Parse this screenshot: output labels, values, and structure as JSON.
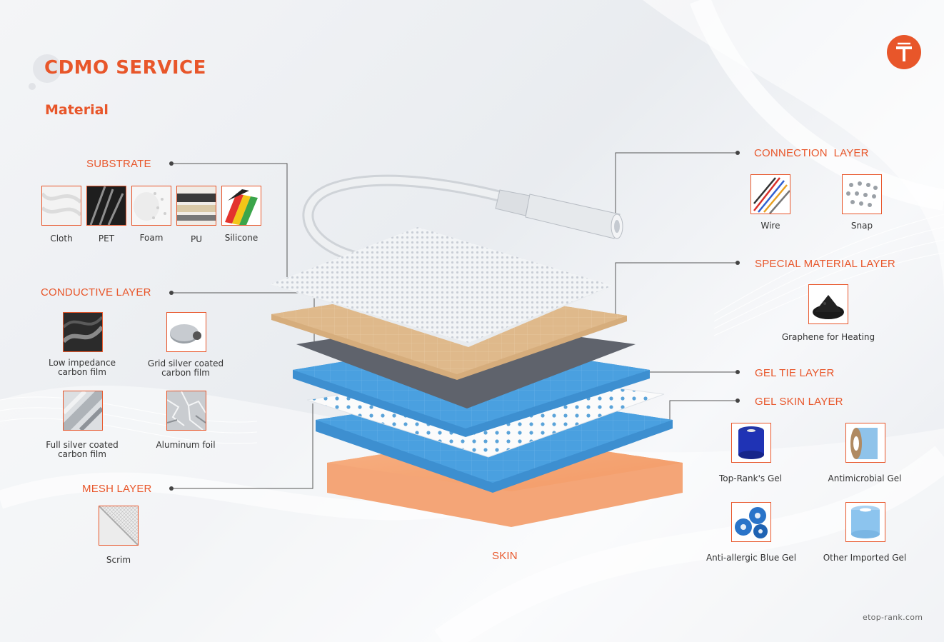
{
  "header": {
    "title": "CDMO SERVICE",
    "subtitle": "Material"
  },
  "logo": {
    "icon": "t-logo-icon",
    "color": "#e8562a"
  },
  "accent_color": "#e8562a",
  "sections": {
    "substrate": {
      "label": "SUBSTRATE",
      "items": [
        "Cloth",
        "PET",
        "Foam",
        "PU",
        "Silicone"
      ]
    },
    "conductive": {
      "label": "CONDUCTIVE LAYER",
      "items": [
        "Low impedance\ncarbon film",
        "Grid silver coated\ncarbon film",
        "Full silver coated\ncarbon film",
        "Aluminum foil"
      ]
    },
    "mesh": {
      "label": "MESH LAYER",
      "items": [
        "Scrim"
      ]
    },
    "connection": {
      "label": "CONNECTION  LAYER",
      "items": [
        "Wire",
        "Snap"
      ]
    },
    "special": {
      "label": "SPECIAL MATERIAL LAYER",
      "items": [
        "Graphene for Heating"
      ]
    },
    "gel_tie": {
      "label": "GEL TIE LAYER"
    },
    "gel_skin": {
      "label": "GEL SKIN LAYER",
      "items": [
        "Top-Rank's Gel",
        "Antimicrobial Gel",
        "Anti-allergic Blue Gel",
        "Other Imported Gel"
      ]
    },
    "skin": {
      "label": "SKIN"
    }
  },
  "footer": {
    "website": "etop-rank.com"
  }
}
